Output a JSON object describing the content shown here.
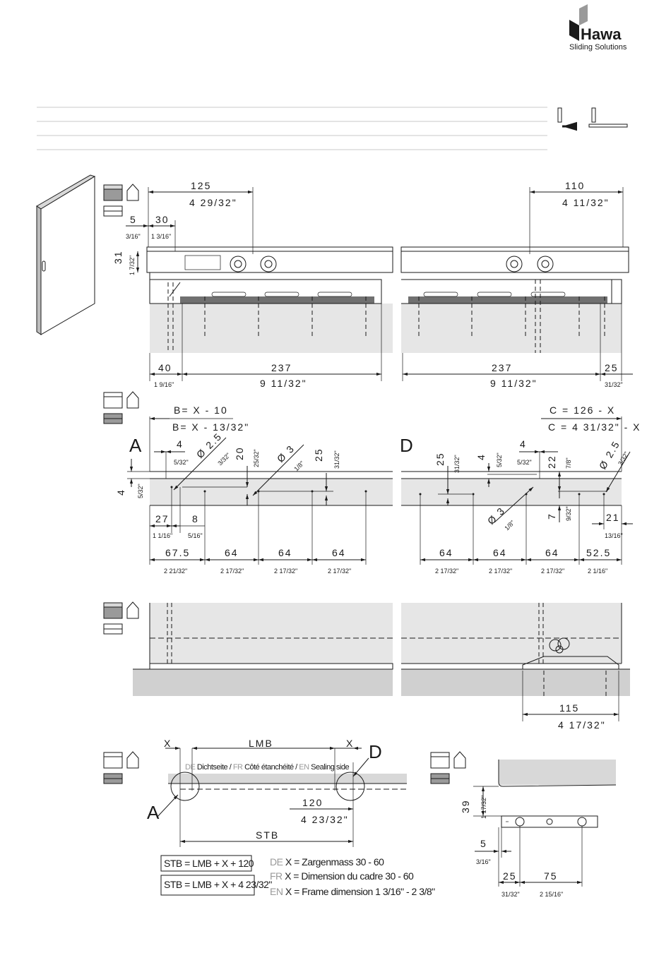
{
  "brand": {
    "name": "Hawa",
    "tagline": "Sliding Solutions"
  },
  "top_section": {
    "left": {
      "d125": "125",
      "d125_in": "4 29/32\"",
      "d5": "5",
      "d5_in": "3/16\"",
      "d30": "30",
      "d30_in": "1 3/16\"",
      "d31": "31",
      "d31_in": "1 7/32\"",
      "d40": "40",
      "d40_in": "1 9/16\"",
      "d237": "237",
      "d237_in": "9 11/32\""
    },
    "right": {
      "d110": "110",
      "d110_in": "4 11/32\"",
      "d237": "237",
      "d237_in": "9 11/32\"",
      "d25": "25",
      "d25_in": "31/32\""
    }
  },
  "middle_section": {
    "label_a": "A",
    "label_d": "D",
    "left": {
      "b1": "B= X - 10",
      "b2": "B= X - 13/32\"",
      "d4": "4",
      "d4_in": "5/32\"",
      "dia25": "Ø 2.5",
      "dia25_in": "3/32\"",
      "d20": "20",
      "d20_in": "25/32\"",
      "dia3": "Ø 3",
      "dia3_in": "1/8\"",
      "d25": "25",
      "d25_in": "31/32\"",
      "v4": "4",
      "v4_in": "5/32\"",
      "d27": "27",
      "d27_in": "1 1/16\"",
      "d8": "8",
      "d8_in": "5/16\"",
      "d675": "67.5",
      "d675_in": "2 21/32\"",
      "d64a": "64",
      "d64a_in": "2 17/32\"",
      "d64b": "64",
      "d64b_in": "2 17/32\"",
      "d64c": "64",
      "d64c_in": "2 17/32\""
    },
    "right": {
      "c1": "C = 126 - X",
      "c2": "C = 4 31/32\" - X",
      "d4": "4",
      "d4_in": "5/32\"",
      "d25": "25",
      "d25_in": "31/32\"",
      "v4": "4",
      "v4_in": "5/32\"",
      "d22": "22",
      "d22_in": "7/8\"",
      "dia25": "Ø 2.5",
      "dia25_in": "3/32\"",
      "dia3": "Ø 3",
      "dia3_in": "1/8\"",
      "d7": "7",
      "d7_in": "9/32\"",
      "d21": "21",
      "d21_in": "13/16\"",
      "d64a": "64",
      "d64a_in": "2 17/32\"",
      "d64b": "64",
      "d64b_in": "2 17/32\"",
      "d64c": "64",
      "d64c_in": "2 17/32\"",
      "d525": "52.5",
      "d525_in": "2 1/16\""
    }
  },
  "bottom_section": {
    "d115": "115",
    "d115_in": "4 17/32\""
  },
  "plan": {
    "x1": "X",
    "x2": "X",
    "lmb": "LMB",
    "seal_de_code": "DE",
    "seal_de": "Dichtseite /",
    "seal_fr_code": "FR",
    "seal_fr": "Côté étanchéité /",
    "seal_en_code": "EN",
    "seal_en": "Sealing side",
    "label_a": "A",
    "label_d": "D",
    "d120": "120",
    "d120_in": "4 23/32\"",
    "stb": "STB",
    "formula1": "STB = LMB + X + 120",
    "formula2": "STB = LMB + X + 4 23/32\"",
    "note_de_code": "DE",
    "note_de": "X = Zargenmass 30 - 60",
    "note_fr_code": "FR",
    "note_fr": "X = Dimension du cadre 30 - 60",
    "note_en_code": "EN",
    "note_en": "X = Frame dimension 1 3/16\" - 2 3/8\""
  },
  "detail": {
    "d39": "39",
    "d39_in": "1 17/32\"",
    "d5": "5",
    "d5_in": "3/16\"",
    "d25": "25",
    "d25_in": "31/32\"",
    "d75": "75",
    "d75_in": "2 15/16\""
  }
}
